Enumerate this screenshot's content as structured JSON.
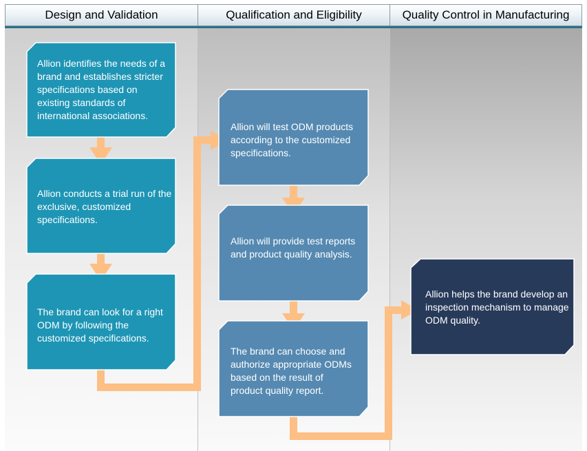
{
  "columns": [
    {
      "title": "Design and Validation"
    },
    {
      "title": "Qualification and Eligibility"
    },
    {
      "title": "Quality Control in Manufacturing"
    }
  ],
  "steps": [
    {
      "text": "Allion identifies the needs of a brand and establishes stricter specifications based on existing standards of international associations."
    },
    {
      "text": "Allion conducts a trial run of the exclusive, customized specifications."
    },
    {
      "text": "The brand can look for a right ODM by following the customized specifications."
    },
    {
      "text": "Allion will test ODM products according to the customized specifications."
    },
    {
      "text": "Allion will provide test reports and product quality analysis."
    },
    {
      "text": "The brand can choose and authorize appropriate ODMs based on the result of product quality report."
    },
    {
      "text": "Allion helps the brand develop an inspection mechanism to manage ODM quality."
    }
  ],
  "colors": {
    "stage1_box": "#1e95b5",
    "stage2_box": "#5589b1",
    "stage3_box": "#283a5a",
    "arrow": "#fdbf84",
    "header_rule": "#2c6f86"
  }
}
